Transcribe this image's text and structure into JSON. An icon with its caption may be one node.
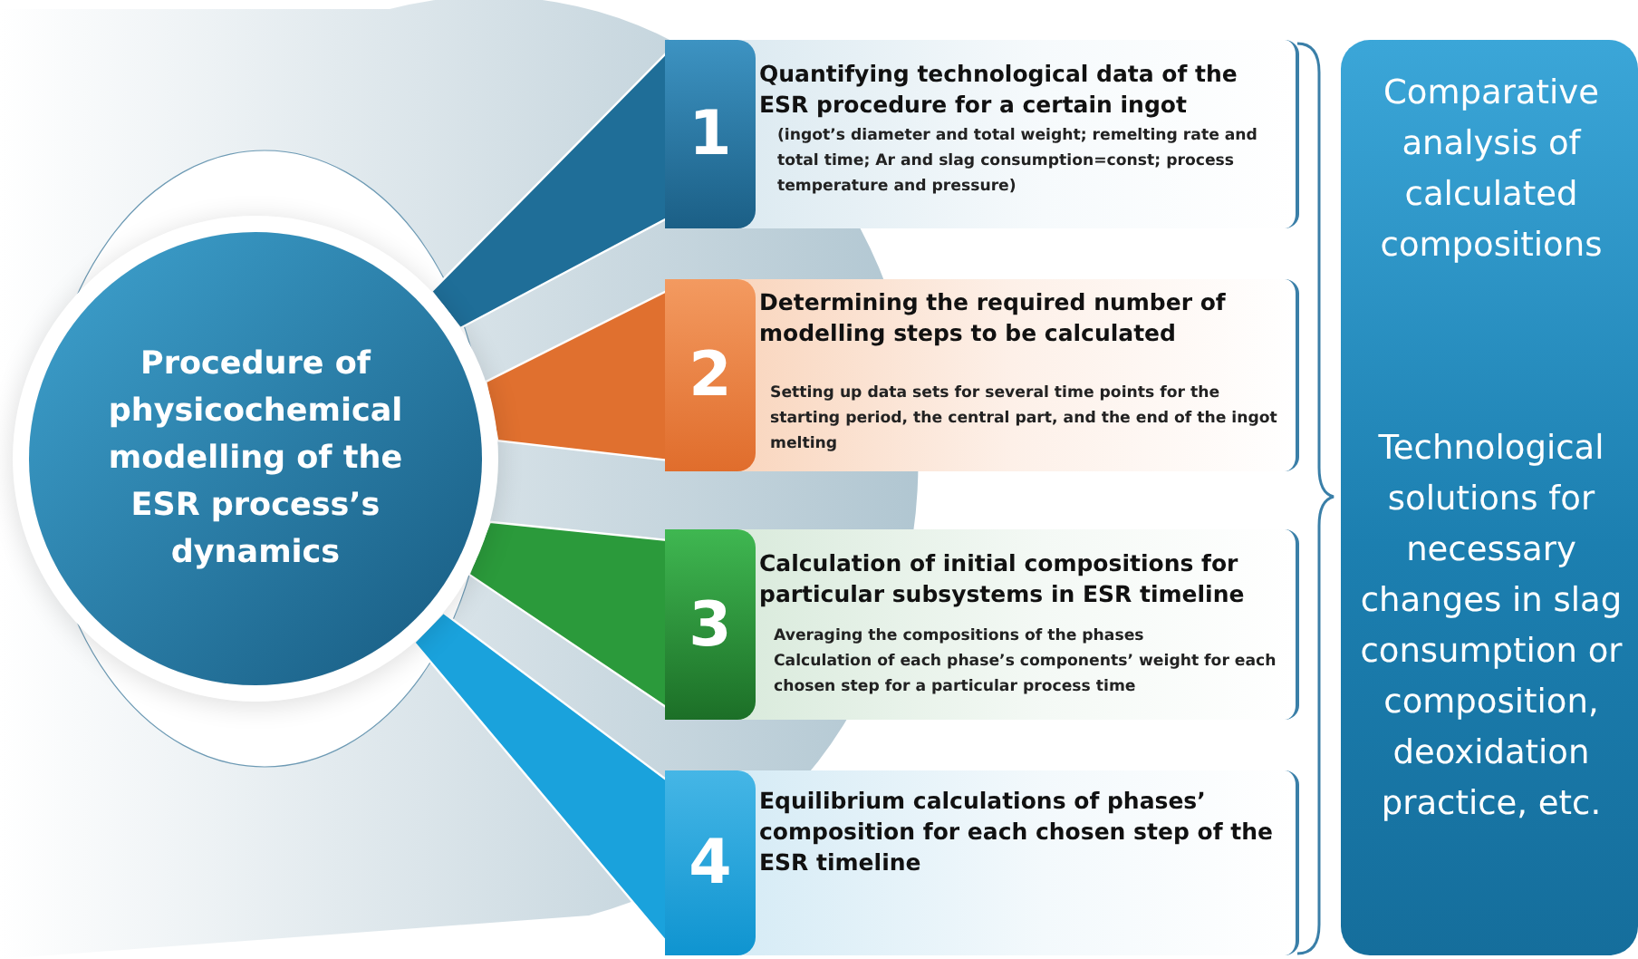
{
  "diagram": {
    "nodes": [
      {
        "text": [
          "Procedure of physicochemical modelling of the ESR process’s dynamics"
        ]
      },
      {
        "text": [
          "1",
          "Quantifying technological data of the ESR procedure for a certain ingot",
          "(ingot’s diameter and total weight; remelting rate and total time; Ar and slag consumption=const; process temperature and pressure)"
        ]
      },
      {
        "text": [
          "2",
          "Determining the required number of modelling steps to be calculated",
          "Setting up data sets for several time points for the starting period, the central part, and the end of the ingot melting"
        ]
      },
      {
        "text": [
          "3",
          "Calculation of initial compositions for particular subsystems in ESR timeline",
          "Averaging the compositions of the phases",
          "Calculation of each phase’s components’ weight for each chosen step for a particular process time"
        ]
      },
      {
        "text": [
          "4",
          "Equilibrium calculations of phases’ composition for each chosen step of the ESR timeline"
        ]
      },
      {
        "text": [
          "Comparative analysis of calculated compositions",
          "Technological solutions for necessary changes in slag consumption or composition, deoxidation practice, etc."
        ]
      }
    ],
    "edges": [
      {
        "from": 0,
        "to": 1,
        "arrow": "none",
        "color": "#1f6e98"
      },
      {
        "from": 0,
        "to": 2,
        "arrow": "none",
        "color": "#e0702f"
      },
      {
        "from": 0,
        "to": 3,
        "arrow": "none",
        "color": "#2b9a3b"
      },
      {
        "from": 0,
        "to": 4,
        "arrow": "none",
        "color": "#1aa2dc"
      }
    ]
  }
}
